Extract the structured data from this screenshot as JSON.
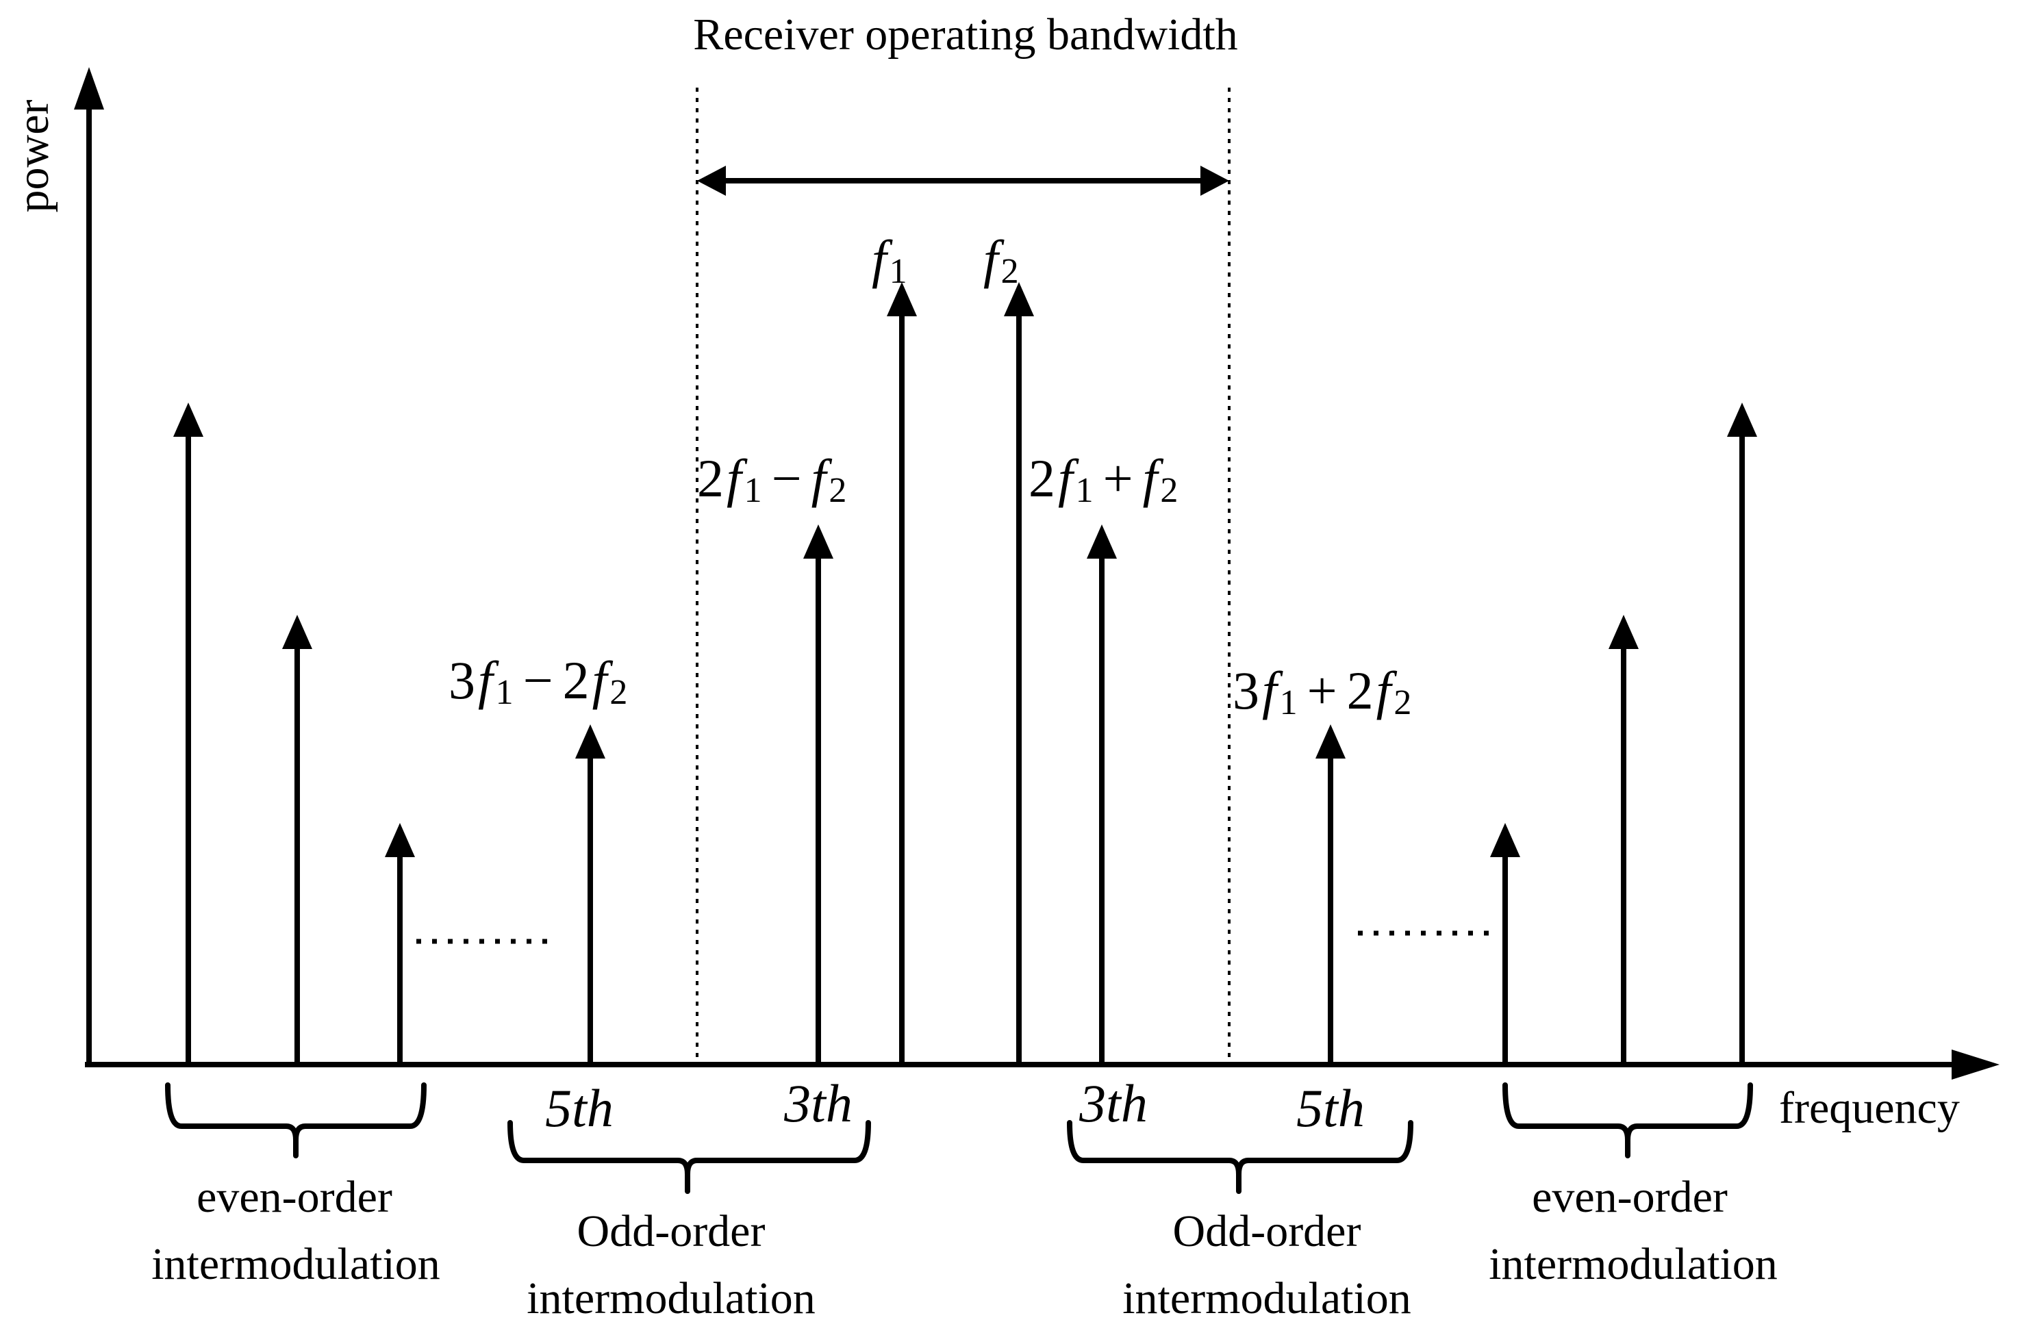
{
  "title": "Receiver operating bandwidth",
  "axes": {
    "y_label": "power",
    "x_label": "frequency"
  },
  "tones": [
    {
      "name": "f",
      "sub": "1"
    },
    {
      "name": "f",
      "sub": "2"
    }
  ],
  "products": {
    "third_lower": {
      "c1": "2",
      "v1": "f",
      "s1": "1",
      "op": "−",
      "c2": "",
      "v2": "f",
      "s2": "2"
    },
    "third_upper": {
      "c1": "2",
      "v1": "f",
      "s1": "1",
      "op": "+",
      "c2": "",
      "v2": "f",
      "s2": "2"
    },
    "fifth_lower": {
      "c1": "3",
      "v1": "f",
      "s1": "1",
      "op": "−",
      "c2": "2",
      "v2": "f",
      "s2": "2"
    },
    "fifth_upper": {
      "c1": "3",
      "v1": "f",
      "s1": "1",
      "op": "+",
      "c2": "2",
      "v2": "f",
      "s2": "2"
    }
  },
  "order_labels": {
    "fifth": "5th",
    "third": "3th"
  },
  "groups": {
    "even_left": {
      "line1": "even-order",
      "line2": "intermodulation"
    },
    "odd_left": {
      "line1": "Odd-order",
      "line2": "intermodulation"
    },
    "odd_right": {
      "line1": "Odd-order",
      "line2": "intermodulation"
    },
    "even_right": {
      "line1": "even-order",
      "line2": "intermodulation"
    }
  },
  "ellipsis": "......",
  "relative_levels": {
    "f1": 1.0,
    "f2": 1.0,
    "third": 0.72,
    "fifth": 0.44,
    "even": [
      0.86,
      0.59,
      0.31
    ]
  }
}
